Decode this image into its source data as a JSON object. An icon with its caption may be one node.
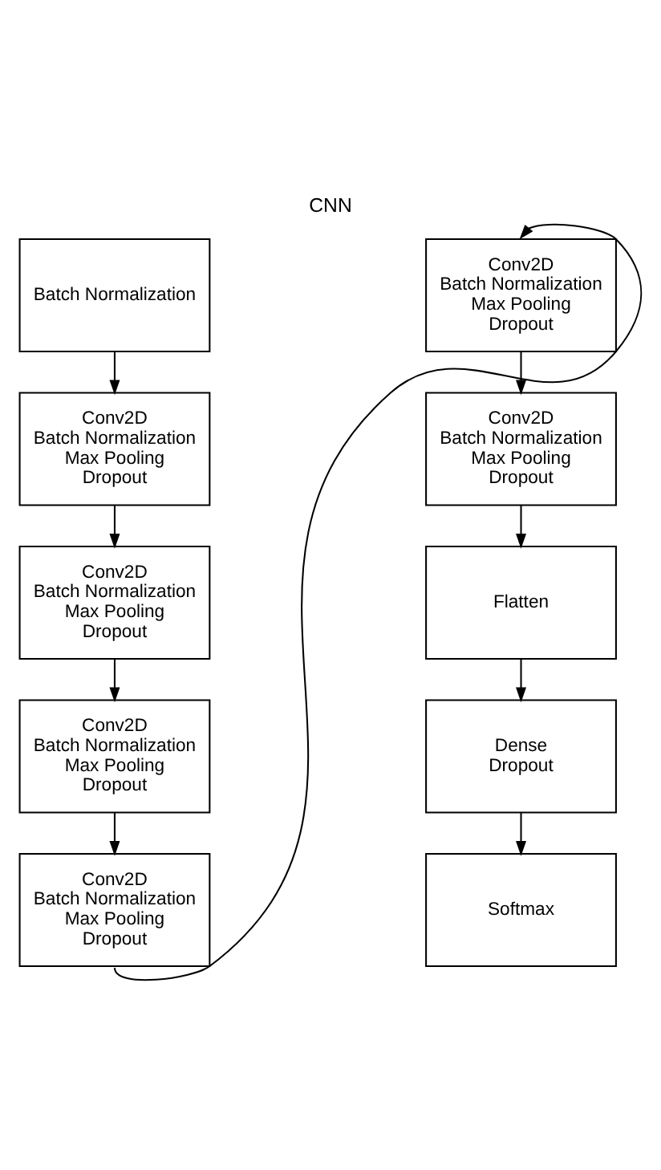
{
  "diagram": {
    "title": "CNN",
    "nodes": [
      {
        "text": [
          "Batch Normalization"
        ]
      },
      {
        "text": [
          "Conv2D",
          "Batch Normalization",
          "Max Pooling",
          "Dropout"
        ]
      },
      {
        "text": [
          "Conv2D",
          "Batch Normalization",
          "Max Pooling",
          "Dropout"
        ]
      },
      {
        "text": [
          "Conv2D",
          "Batch Normalization",
          "Max Pooling",
          "Dropout"
        ]
      },
      {
        "text": [
          "Conv2D",
          "Batch Normalization",
          "Max Pooling",
          "Dropout"
        ]
      },
      {
        "text": [
          "Conv2D",
          "Batch Normalization",
          "Max Pooling",
          "Dropout"
        ]
      },
      {
        "text": [
          "Conv2D",
          "Batch Normalization",
          "Max Pooling",
          "Dropout"
        ]
      },
      {
        "text": [
          "Flatten"
        ]
      },
      {
        "text": [
          "Dense",
          "Dropout"
        ]
      },
      {
        "text": [
          "Softmax"
        ]
      }
    ],
    "edges": [
      {
        "from": 0,
        "to": 1,
        "arrow": "to"
      },
      {
        "from": 1,
        "to": 2,
        "arrow": "to"
      },
      {
        "from": 2,
        "to": 3,
        "arrow": "to"
      },
      {
        "from": 3,
        "to": 4,
        "arrow": "to"
      },
      {
        "from": 4,
        "to": 5,
        "arrow": "to"
      },
      {
        "from": 5,
        "to": 6,
        "arrow": "to"
      },
      {
        "from": 6,
        "to": 7,
        "arrow": "to"
      },
      {
        "from": 7,
        "to": 8,
        "arrow": "to"
      },
      {
        "from": 8,
        "to": 9,
        "arrow": "to"
      }
    ]
  }
}
